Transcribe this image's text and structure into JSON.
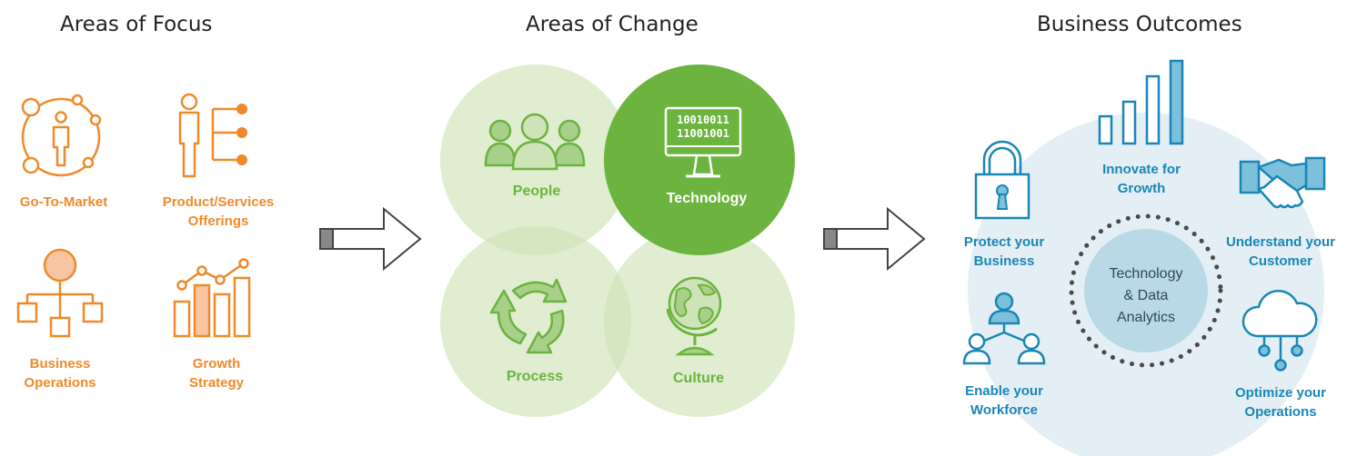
{
  "headings": {
    "focus": "Areas of Focus",
    "change": "Areas of Change",
    "outcomes": "Business Outcomes"
  },
  "focus_items": {
    "go_to_market": "Go-To-Market",
    "product_line1": "Product/Services",
    "product_line2": "Offerings",
    "ops_line1": "Business",
    "ops_line2": "Operations",
    "growth_line1": "Growth",
    "growth_line2": "Strategy"
  },
  "change_items": {
    "people": "People",
    "technology": "Technology",
    "process": "Process",
    "culture": "Culture",
    "binary_line1": "10010011",
    "binary_line2": "11001001"
  },
  "outcome_items": {
    "innovate_line1": "Innovate for",
    "innovate_line2": "Growth",
    "protect_line1": "Protect your",
    "protect_line2": "Business",
    "understand_line1": "Understand your",
    "understand_line2": "Customer",
    "enable_line1": "Enable your",
    "enable_line2": "Workforce",
    "optimize_line1": "Optimize your",
    "optimize_line2": "Operations",
    "center_line1": "Technology",
    "center_line2": "& Data",
    "center_line3": "Analytics"
  },
  "colors": {
    "orange": "#ef8a2b",
    "green_light": "#cfe3b8",
    "green_dark": "#6db33f",
    "blue": "#1a86b5",
    "blue_bg": "#e3eff5",
    "blue_center": "#b9d9e6"
  }
}
